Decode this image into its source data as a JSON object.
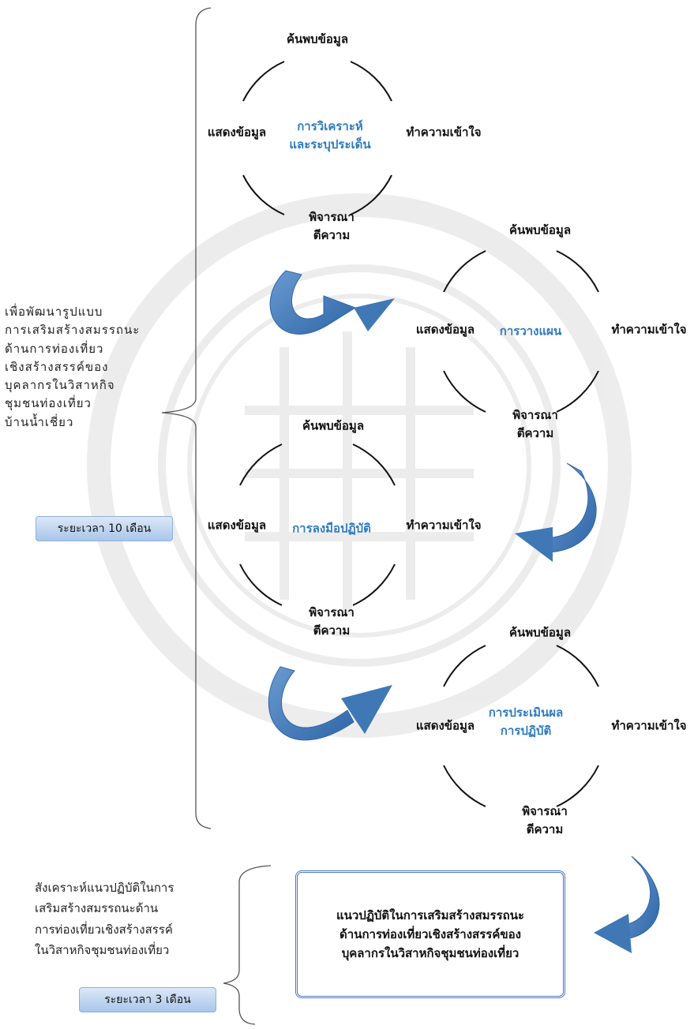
{
  "cycle_nodes": {
    "top": "ค้นพบข้อมูล",
    "right": "ทำความเข้าใจ",
    "left": "แสดงข้อมูล",
    "bottom_line1": "พิจารณา",
    "bottom_line2": "ตีความ"
  },
  "cycles": [
    {
      "center_line1": "การวิเคราะห์",
      "center_line2": "และระบุประเด็น"
    },
    {
      "center_line1": "การวางแผน",
      "center_line2": ""
    },
    {
      "center_line1": "การลงมือปฏิบัติ",
      "center_line2": ""
    },
    {
      "center_line1": "การประเมินผล",
      "center_line2": "การปฏิบัติ"
    }
  ],
  "phase1": {
    "goal_lines": [
      "เพื่อพัฒนารูปแบบ",
      "การเสริมสร้างสมรรถนะ",
      "ด้านการท่องเที่ยว",
      "เชิงสร้างสรรค์ของ",
      "บุคลากรในวิสาหกิจ",
      "ชุมชนท่องเที่ยว",
      "บ้านน้ำเชี่ยว"
    ],
    "duration": "ระยะเวลา 10 เดือน"
  },
  "phase2": {
    "goal_lines": [
      "สังเคราะห์แนวปฏิบัติในการ",
      "เสริมสร้างสมรรถนะด้าน",
      "การท่องเที่ยวเชิงสร้างสรรค์",
      "ในวิสาหกิจชุมชนท่องเที่ยว"
    ],
    "duration": "ระยะเวลา 3 เดือน"
  },
  "result": {
    "lines": [
      "แนวปฏิบัติในการเสริมสร้างสมรรถนะ",
      "ด้านการท่องเที่ยวเชิงสร้างสรรค์ของ",
      "บุคลากรในวิสาหกิจชุมชนท่องเที่ยว"
    ]
  },
  "colors": {
    "arrow": "#3f78b5",
    "center_text": "#2e7bbf",
    "bracket": "#555555"
  }
}
